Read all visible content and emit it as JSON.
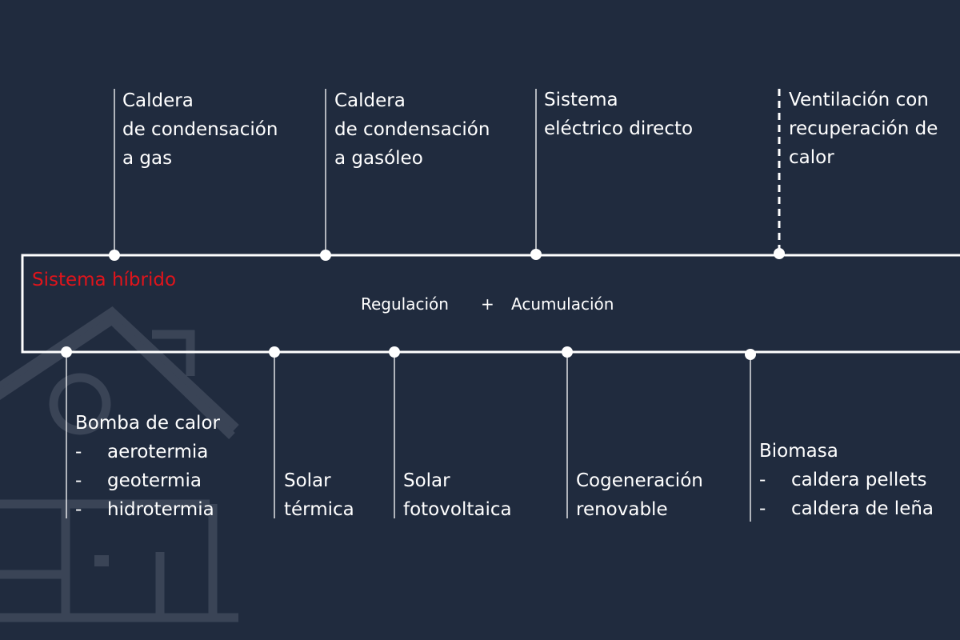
{
  "colors": {
    "background": "#202b3e",
    "line": "#ffffff",
    "title": "#e0141b",
    "house_outline": "#3a4456"
  },
  "diagram": {
    "system_title": "Sistema híbrido",
    "center": {
      "left": "Regulación",
      "plus": "+",
      "right": "Acumulación"
    },
    "top_items": [
      {
        "lines": [
          "Caldera",
          "de condensación",
          "a gas"
        ],
        "connector": "solid"
      },
      {
        "lines": [
          "Caldera",
          "de condensación",
          "a gasóleo"
        ],
        "connector": "solid"
      },
      {
        "lines": [
          "Sistema",
          "eléctrico directo"
        ],
        "connector": "solid"
      },
      {
        "lines": [
          "Ventilación con",
          "recuperación de",
          "calor"
        ],
        "connector": "dashed"
      }
    ],
    "bottom_items": [
      {
        "title": "Bomba de calor",
        "bullets": [
          "aerotermia",
          "geotermia",
          "hidrotermia"
        ],
        "bullet_mark": "-"
      },
      {
        "lines": [
          "Solar",
          "térmica"
        ]
      },
      {
        "lines": [
          "Solar",
          "fotovoltaica"
        ]
      },
      {
        "lines": [
          "Cogeneración",
          "renovable"
        ]
      },
      {
        "title": "Biomasa",
        "bullets": [
          "caldera pellets",
          "caldera de leña"
        ],
        "bullet_mark": "-"
      }
    ]
  }
}
